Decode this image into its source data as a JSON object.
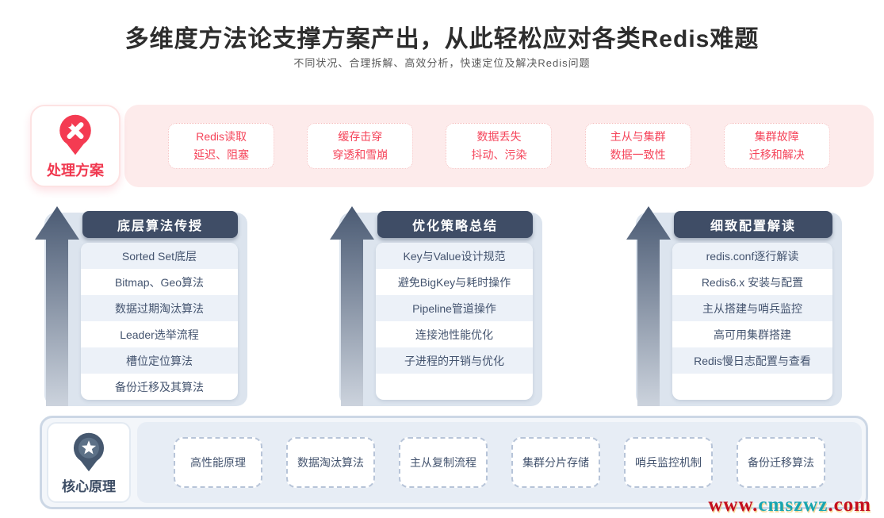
{
  "header": {
    "title": "多维度方法论支撑方案产出，从此轻松应对各类Redis难题",
    "subtitle": "不同状况、合理拆解、高效分析，快速定位及解决Redis问题"
  },
  "solutions": {
    "label": "处理方案",
    "icon": "pin-tools-icon",
    "cards": [
      {
        "line1": "Redis读取",
        "line2": "延迟、阻塞"
      },
      {
        "line1": "缓存击穿",
        "line2": "穿透和雪崩"
      },
      {
        "line1": "数据丢失",
        "line2": "抖动、污染"
      },
      {
        "line1": "主从与集群",
        "line2": "数据一致性"
      },
      {
        "line1": "集群故障",
        "line2": "迁移和解决"
      }
    ]
  },
  "columns": [
    {
      "title": "底层算法传授",
      "items": [
        "Sorted Set底层",
        "Bitmap、Geo算法",
        "数据过期淘汰算法",
        "Leader选举流程",
        "槽位定位算法",
        "备份迁移及其算法"
      ]
    },
    {
      "title": "优化策略总结",
      "items": [
        "Key与Value设计规范",
        "避免BigKey与耗时操作",
        "Pipeline管道操作",
        "连接池性能优化",
        "子进程的开销与优化"
      ]
    },
    {
      "title": "细致配置解读",
      "items": [
        "redis.conf逐行解读",
        "Redis6.x 安装与配置",
        "主从搭建与哨兵监控",
        "高可用集群搭建",
        "Redis慢日志配置与查看"
      ]
    }
  ],
  "core": {
    "label": "核心原理",
    "icon": "pin-star-icon",
    "cards": [
      "高性能原理",
      "数据淘汰算法",
      "主从复制流程",
      "集群分片存储",
      "哨兵监控机制",
      "备份迁移算法"
    ]
  },
  "watermark": {
    "prefix": "www.",
    "name": "cmszwz",
    "suffix": ".com"
  },
  "colors": {
    "accent_red": "#f43b52",
    "pink_band": "#fdebeb",
    "header_navy": "#3f4d66",
    "panel_blue": "#dce4ee",
    "text_slate": "#44546f"
  }
}
